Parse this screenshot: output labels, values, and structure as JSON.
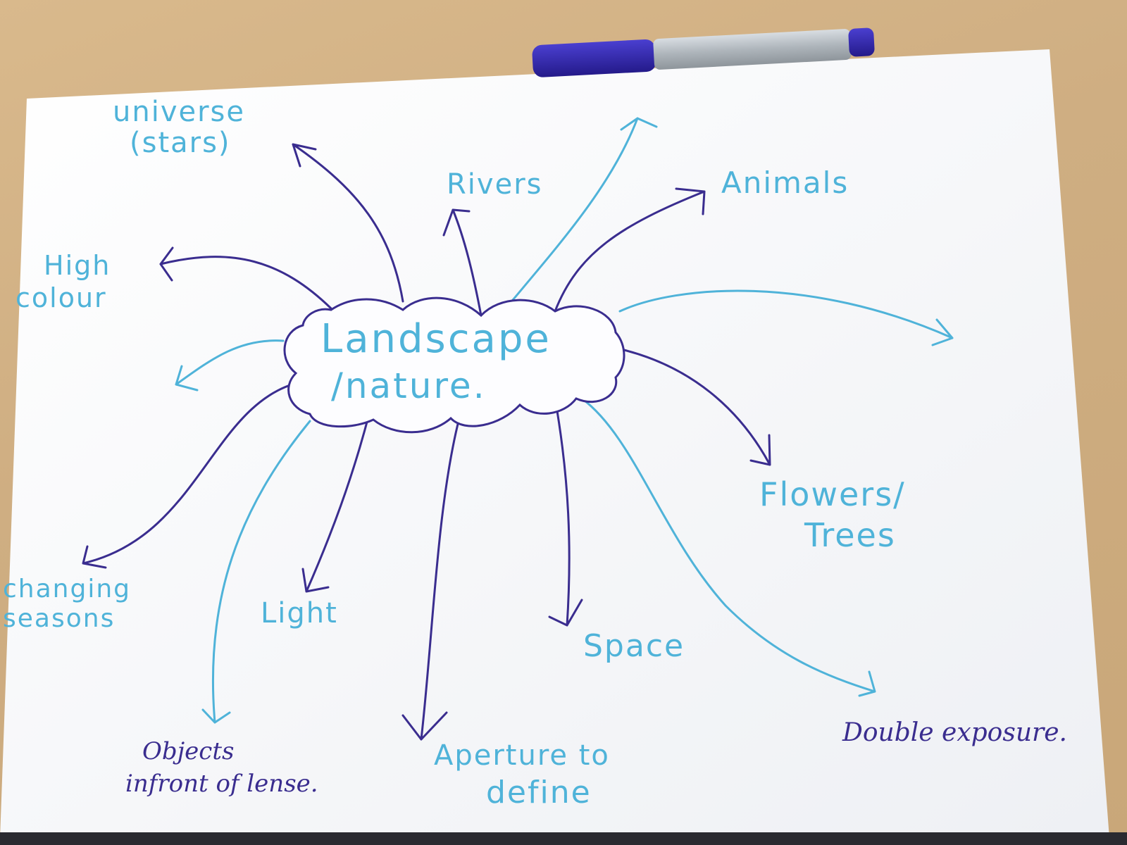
{
  "colors": {
    "paper": "#fbfbfd",
    "light_ink": "#4fb3d9",
    "dark_ink": "#3a2d8f",
    "table": "#d2b084",
    "pen_body": "#3b2fb8",
    "pen_barrel": "#b9c0c6"
  },
  "diagram": {
    "center": {
      "line1": "Landscape",
      "line2": "/nature."
    },
    "nodes": [
      {
        "id": "universe",
        "lines": [
          "universe",
          "(stars)"
        ]
      },
      {
        "id": "rivers",
        "lines": [
          "Rivers"
        ]
      },
      {
        "id": "animals",
        "lines": [
          "Animals"
        ]
      },
      {
        "id": "high-colour",
        "lines": [
          "High",
          "colour"
        ]
      },
      {
        "id": "flowers-trees",
        "lines": [
          "Flowers/",
          "Trees"
        ]
      },
      {
        "id": "changing-seasons",
        "lines": [
          "changing",
          "seasons"
        ]
      },
      {
        "id": "light",
        "lines": [
          "Light"
        ]
      },
      {
        "id": "space",
        "lines": [
          "Space"
        ]
      },
      {
        "id": "objects",
        "lines": [
          "Objects",
          "infront of lense."
        ]
      },
      {
        "id": "aperture",
        "lines": [
          "Aperture to",
          "define"
        ]
      },
      {
        "id": "double-exposure",
        "lines": [
          "Double exposure."
        ]
      }
    ]
  }
}
